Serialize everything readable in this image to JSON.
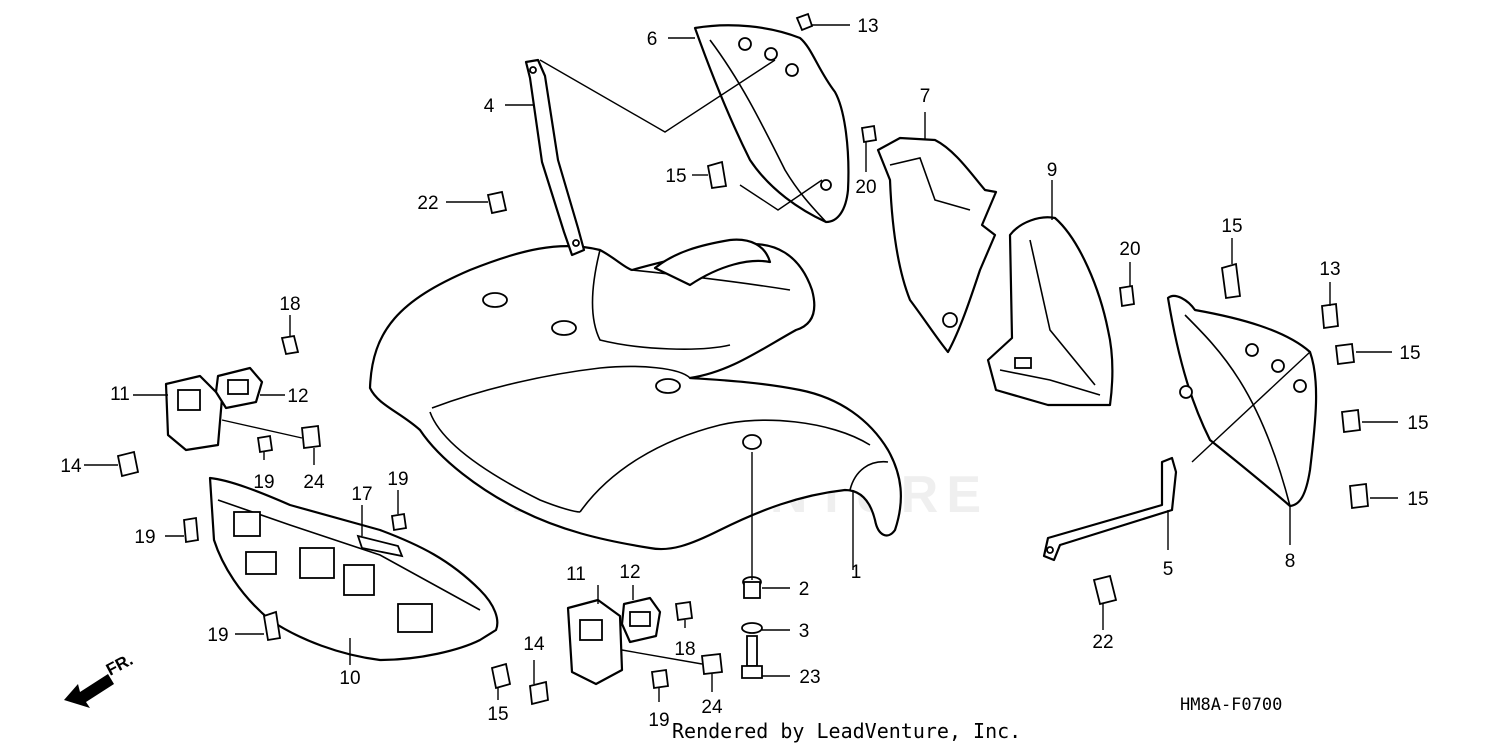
{
  "diagram": {
    "callouts": [
      "1",
      "2",
      "3",
      "4",
      "5",
      "6",
      "7",
      "8",
      "9",
      "10",
      "11",
      "11",
      "12",
      "12",
      "13",
      "13",
      "14",
      "14",
      "15",
      "15",
      "15",
      "15",
      "15",
      "15",
      "17",
      "18",
      "18",
      "19",
      "19",
      "19",
      "19",
      "19",
      "20",
      "20",
      "22",
      "22",
      "23",
      "24",
      "24"
    ],
    "front_direction_label": "FR.",
    "reference_code": "HM8A-F0700",
    "credit": "Rendered by LeadVenture, Inc.",
    "watermark": "LEADVENTURE"
  }
}
